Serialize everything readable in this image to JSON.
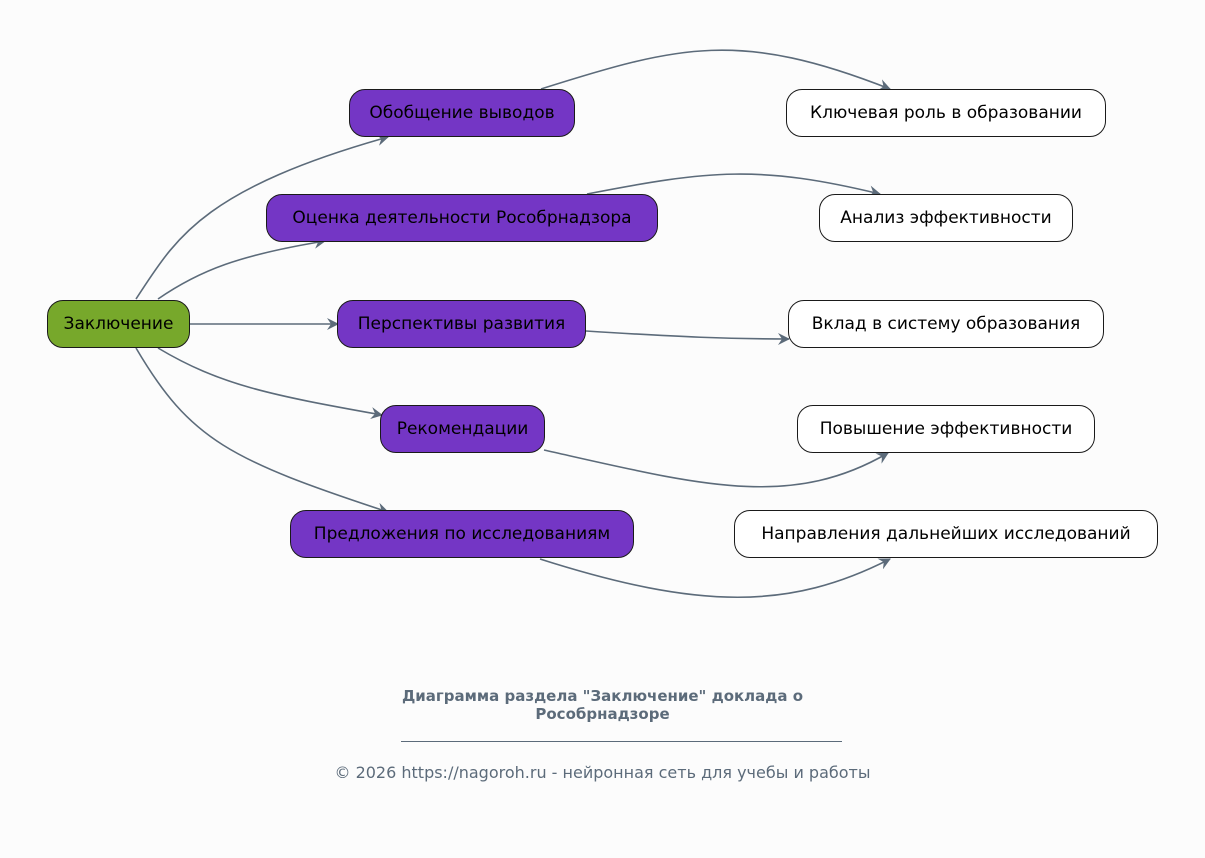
{
  "diagram": {
    "root": {
      "label": "Заключение",
      "color": "#77a82b"
    },
    "middle": [
      {
        "label": "Обобщение выводов"
      },
      {
        "label": "Оценка деятельности Рособрнадзора"
      },
      {
        "label": "Перспективы развития"
      },
      {
        "label": "Рекомендации"
      },
      {
        "label": "Предложения по исследованиям"
      }
    ],
    "leaves": [
      {
        "label": "Ключевая роль в образовании"
      },
      {
        "label": "Анализ эффективности"
      },
      {
        "label": "Вклад в систему образования"
      },
      {
        "label": "Повышение эффективности"
      },
      {
        "label": "Направления дальнейших исследований"
      }
    ],
    "edges": [
      {
        "from": "root",
        "to": "middle.0"
      },
      {
        "from": "root",
        "to": "middle.1"
      },
      {
        "from": "root",
        "to": "middle.2"
      },
      {
        "from": "root",
        "to": "middle.3"
      },
      {
        "from": "root",
        "to": "middle.4"
      },
      {
        "from": "middle.0",
        "to": "leaves.0"
      },
      {
        "from": "middle.1",
        "to": "leaves.1"
      },
      {
        "from": "middle.2",
        "to": "leaves.2"
      },
      {
        "from": "middle.3",
        "to": "leaves.3"
      },
      {
        "from": "middle.4",
        "to": "leaves.4"
      }
    ],
    "colors": {
      "middle": "#7436c5",
      "leaf": "#ffffff",
      "edge": "#5c6b7a",
      "text_muted": "#5c6b7a"
    }
  },
  "caption": {
    "title_line1": "Диаграмма раздела \"Заключение\" доклада о",
    "title_line2": "Рособрнадзоре",
    "footer": "© 2026 https://nagoroh.ru - нейронная сеть для учебы и работы"
  }
}
